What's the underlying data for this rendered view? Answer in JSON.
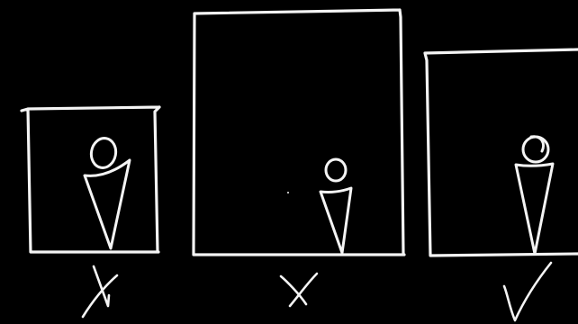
{
  "panels": [
    {
      "verdict": "incorrect",
      "mark": "cross-mark-icon"
    },
    {
      "verdict": "incorrect",
      "mark": "cross-mark-icon"
    },
    {
      "verdict": "correct",
      "mark": "check-mark-icon"
    }
  ],
  "colors": {
    "background": "#000000",
    "chalk": "#f4f4f4"
  }
}
